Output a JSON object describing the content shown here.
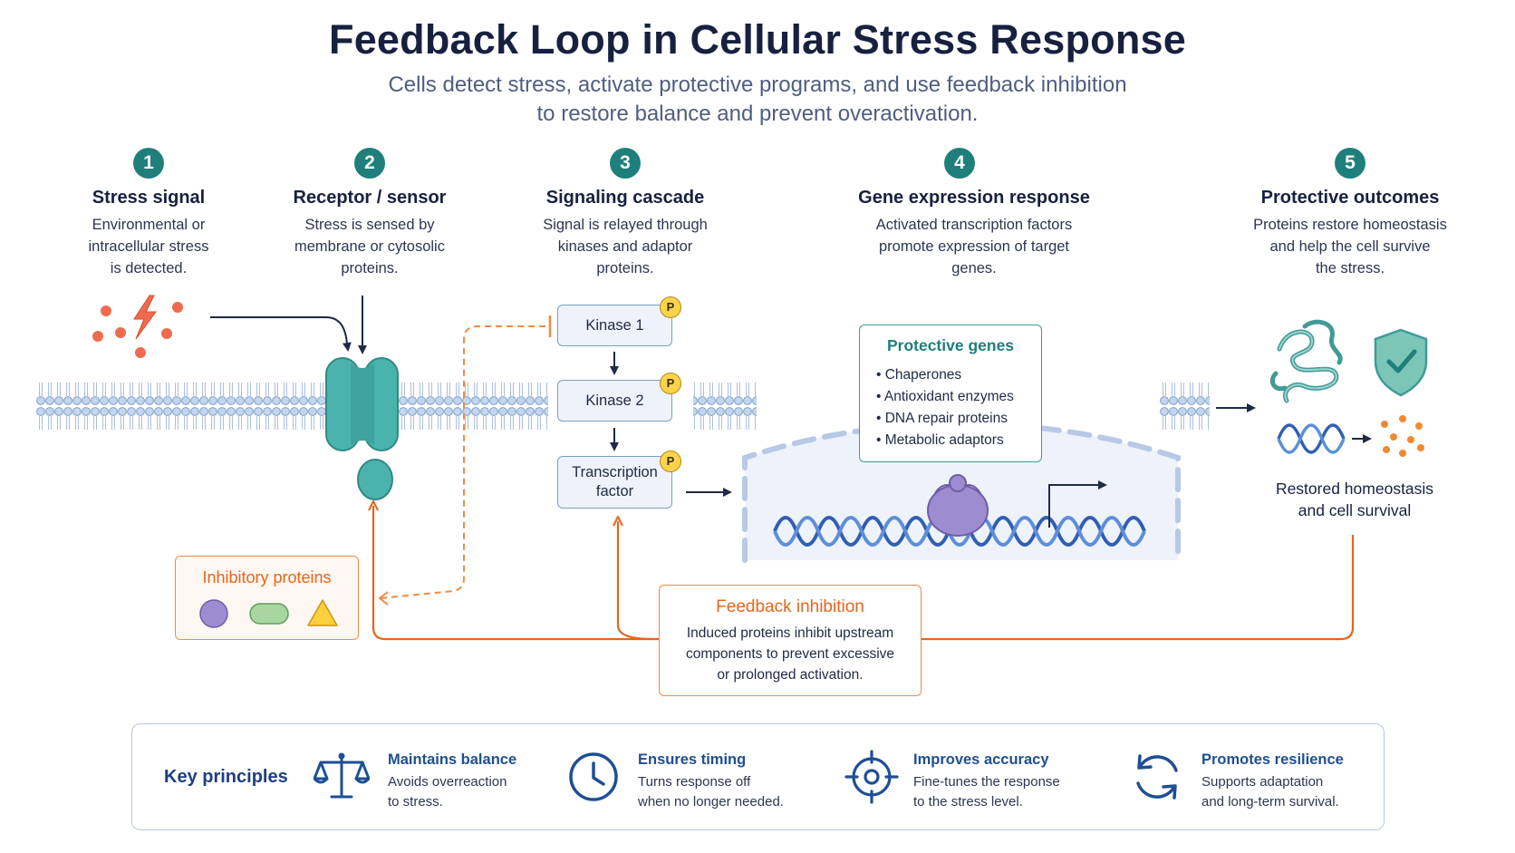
{
  "title": "Feedback Loop in Cellular Stress Response",
  "subtitle_lines": [
    "Cells detect stress, activate protective programs, and use feedback inhibition",
    "to restore balance and prevent overactivation."
  ],
  "steps": [
    {
      "num": "1",
      "title": "Stress signal",
      "desc": [
        "Environmental or",
        "intracellular stress",
        "is detected."
      ]
    },
    {
      "num": "2",
      "title": "Receptor / sensor",
      "desc": [
        "Stress is sensed by",
        "membrane or cytosolic",
        "proteins."
      ]
    },
    {
      "num": "3",
      "title": "Signaling cascade",
      "desc": [
        "Signal is relayed through",
        "kinases and adaptor",
        "proteins."
      ]
    },
    {
      "num": "4",
      "title": "Gene expression response",
      "desc": [
        "Activated transcription factors",
        "promote expression of target",
        "genes."
      ]
    },
    {
      "num": "5",
      "title": "Protective outcomes",
      "desc": [
        "Proteins restore homeostasis",
        "and help the cell survive",
        "the stress."
      ]
    }
  ],
  "cascade": {
    "kinase1": "Kinase 1",
    "kinase2": "Kinase 2",
    "tf_lines": [
      "Transcription",
      "factor"
    ],
    "badge": "P"
  },
  "protective_genes": {
    "title": "Protective genes",
    "items": [
      "Chaperones",
      "Antioxidant enzymes",
      "DNA repair proteins",
      "Metabolic adaptors"
    ]
  },
  "inhibitory_proteins": {
    "title": "Inhibitory proteins"
  },
  "feedback": {
    "title": "Feedback inhibition",
    "lines": [
      "Induced proteins inhibit upstream",
      "components to prevent excessive",
      "or prolonged activation."
    ]
  },
  "outcome_lines": [
    "Restored homeostasis",
    "and cell survival"
  ],
  "key_principles": {
    "label": "Key principles",
    "items": [
      {
        "icon": "balance-scale-icon",
        "title": "Maintains balance",
        "desc": [
          "Avoids overreaction",
          "to stress."
        ]
      },
      {
        "icon": "clock-icon",
        "title": "Ensures timing",
        "desc": [
          "Turns response off",
          "when no longer needed."
        ]
      },
      {
        "icon": "target-icon",
        "title": "Improves accuracy",
        "desc": [
          "Fine-tunes the response",
          "to the stress level."
        ]
      },
      {
        "icon": "cycle-arrows-icon",
        "title": "Promotes resilience",
        "desc": [
          "Supports adaptation",
          "and long-term survival."
        ]
      }
    ]
  },
  "colors": {
    "teal": "#1f7f7b",
    "navy": "#17213f",
    "orange": "#e8641b",
    "blue": "#2f5fb3",
    "lavender": "#9d8cd0"
  }
}
